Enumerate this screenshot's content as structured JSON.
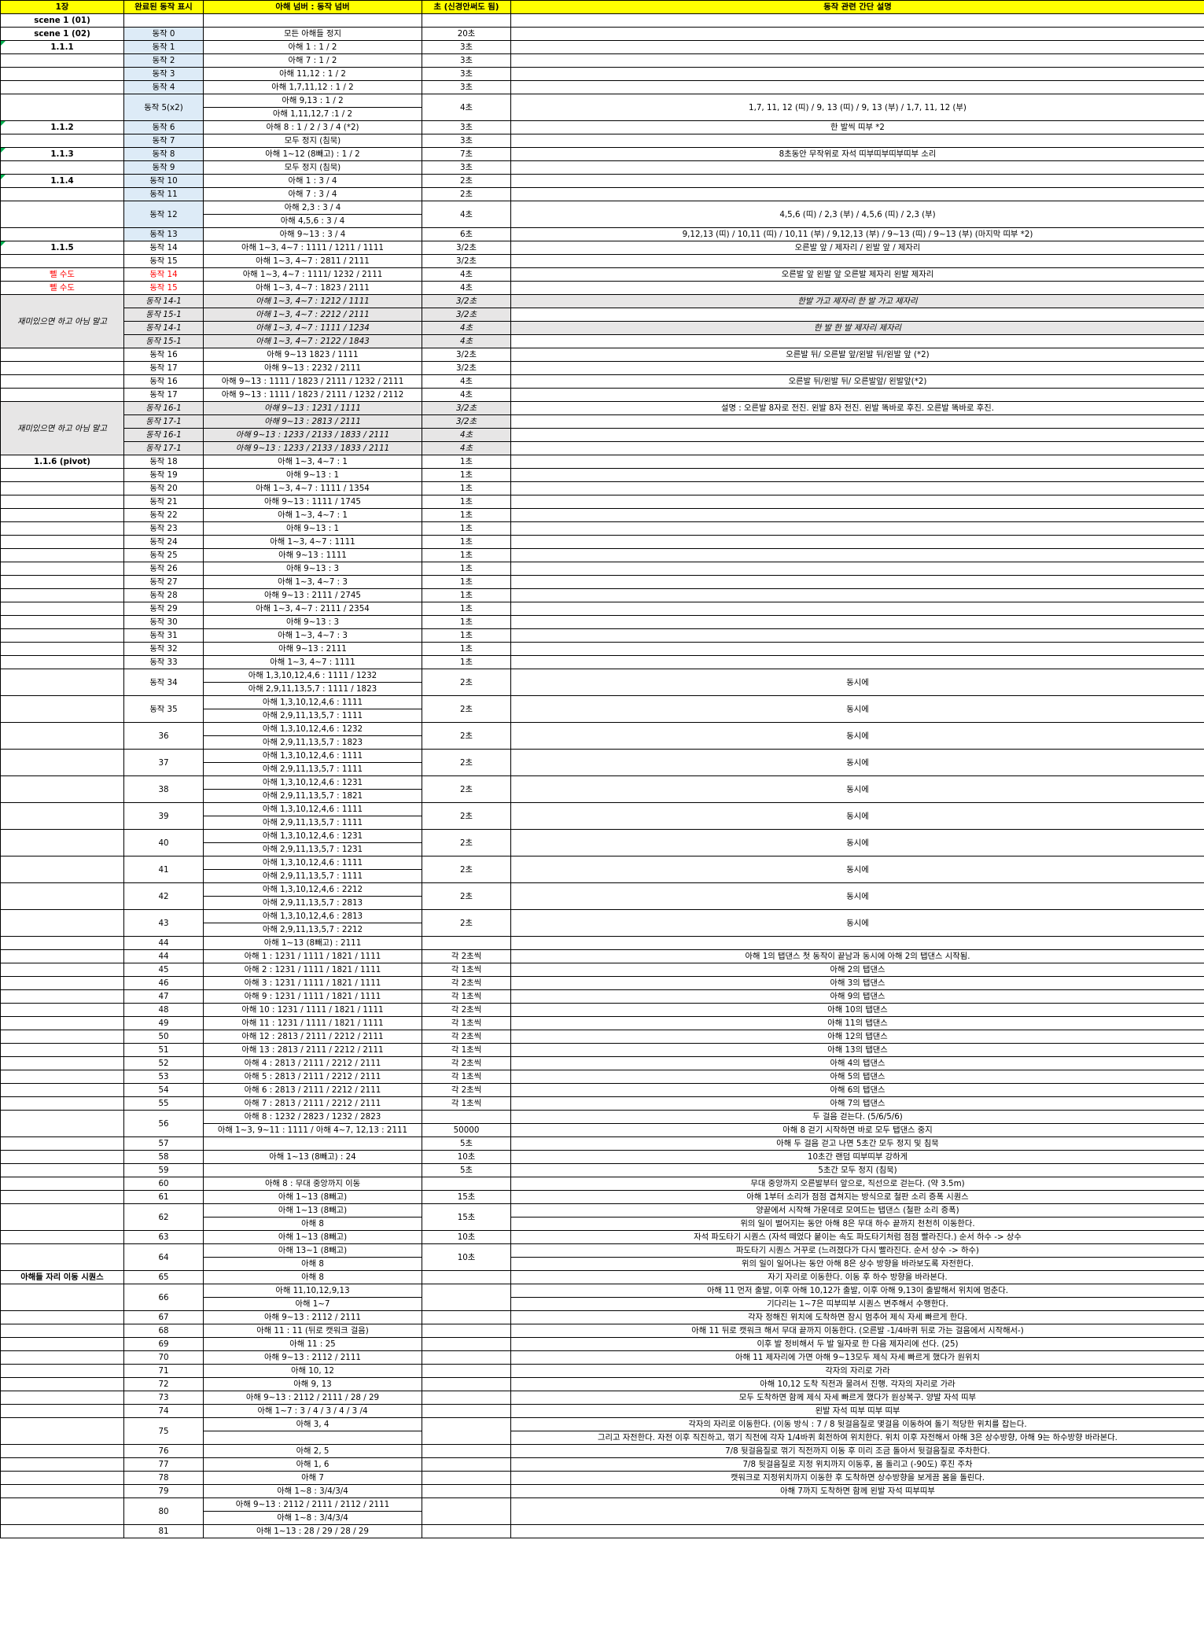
{
  "headers": [
    "1장",
    "완료된 동작 표시",
    "아해 넘버 : 동작 넘버",
    "초 (신경안써도 됨)",
    "동작 관련 간단 설명"
  ],
  "rows": [
    [
      {
        "t": "scene 1 (01)",
        "b": 1
      },
      "",
      [
        ""
      ],
      "",
      ""
    ],
    [
      {
        "t": "scene 1 (02)",
        "b": 1
      },
      {
        "t": "동작 0",
        "d": 1
      },
      [
        "모든 아해들 정지"
      ],
      "20초",
      ""
    ],
    [
      {
        "t": "1.1.1",
        "b": 1,
        "f": 1
      },
      {
        "t": "동작 1",
        "d": 1
      },
      [
        "아해 1 : 1 / 2"
      ],
      "3초",
      ""
    ],
    [
      "",
      {
        "t": "동작 2",
        "d": 1
      },
      [
        "아해 7 : 1 / 2"
      ],
      "3초",
      ""
    ],
    [
      "",
      {
        "t": "동작 3",
        "d": 1
      },
      [
        "아해 11,12 : 1 / 2"
      ],
      "3초",
      ""
    ],
    [
      "",
      {
        "t": "동작 4",
        "d": 1
      },
      [
        "아해 1,7,11,12 : 1 / 2"
      ],
      "3초",
      ""
    ],
    [
      "",
      {
        "t": "동작 5(x2)",
        "d": 1
      },
      [
        "아해 9,13 : 1 / 2",
        "아해 1,11,12,7 :1 / 2"
      ],
      "4초",
      "1,7, 11, 12 (띠) / 9, 13 (띠) / 9, 13 (부) / 1,7, 11, 12 (부)"
    ],
    [
      {
        "t": "1.1.2",
        "b": 1,
        "f": 1
      },
      {
        "t": "동작 6",
        "d": 1
      },
      [
        "아해 8 : 1 / 2 / 3 / 4 (*2)"
      ],
      "3초",
      "한 발씩 띠부 *2"
    ],
    [
      "",
      {
        "t": "동작 7",
        "d": 1
      },
      [
        "모두 정지 (침묵)"
      ],
      "3초",
      ""
    ],
    [
      {
        "t": "1.1.3",
        "b": 1,
        "f": 1
      },
      {
        "t": "동작 8",
        "d": 1
      },
      [
        "아해 1~12 (8빼고) : 1 / 2"
      ],
      "7초",
      "8초동안 무작위로 자석 띠부띠부띠부띠부 소리"
    ],
    [
      "",
      {
        "t": "동작 9",
        "d": 1
      },
      [
        "모두 정지 (침묵)"
      ],
      "3초",
      ""
    ],
    [
      {
        "t": "1.1.4",
        "b": 1,
        "f": 1
      },
      {
        "t": "동작 10",
        "d": 1
      },
      [
        "아해 1 : 3 / 4"
      ],
      "2초",
      ""
    ],
    [
      "",
      {
        "t": "동작 11",
        "d": 1
      },
      [
        "아해 7 : 3 / 4"
      ],
      "2초",
      ""
    ],
    [
      "",
      {
        "t": "동작 12",
        "d": 1
      },
      [
        "아해 2,3 : 3 / 4",
        "아해 4,5,6 : 3 / 4"
      ],
      "4초",
      "4,5,6 (띠) / 2,3 (부) / 4,5,6 (띠) / 2,3 (부)"
    ],
    [
      "",
      {
        "t": "동작 13",
        "d": 1
      },
      [
        "아해 9~13 : 3 / 4"
      ],
      "6초",
      "9,12,13 (띠) / 10,11 (띠) / 10,11 (부) / 9,12,13 (부) / 9~13 (띠) / 9~13 (부) (마지막 띠부 *2)"
    ],
    [
      {
        "t": "1.1.5",
        "b": 1,
        "f": 1
      },
      "동작 14",
      [
        "아해 1~3, 4~7 : 1111 / 1211 / 1111"
      ],
      "3/2초",
      "오른발 앞 / 제자리 / 왼발 앞 / 제자리"
    ],
    [
      "",
      "동작 15",
      [
        "아해 1~3, 4~7 : 2811 / 2111"
      ],
      "3/2초",
      ""
    ],
    [
      {
        "t": "뻴 수도",
        "r": 1
      },
      {
        "t": "동작 14",
        "r": 1
      },
      [
        "아해 1~3, 4~7 : 1111/ 1232 / 2111"
      ],
      "4초",
      "오른발 앞 왼발 앞 오른발 제자리 왼발 제자리"
    ],
    [
      {
        "t": "뻴 수도",
        "r": 1
      },
      {
        "t": "동작 15",
        "r": 1
      },
      [
        "아해 1~3, 4~7 : 1823 / 2111"
      ],
      "4초",
      ""
    ],
    [
      {
        "t": "재미있으면 하고 아님 말고",
        "g": 1,
        "span": 4
      },
      {
        "t": "동작 14-1",
        "g": 1
      },
      [
        {
          "t": "아해 1~3, 4~7 : 1212 / 1111",
          "g": 1
        }
      ],
      {
        "t": "3/2초",
        "g": 1
      },
      {
        "t": "한발 가고 제자리 한 발 가고 제자리",
        "g": 1
      }
    ],
    [
      null,
      {
        "t": "동작 15-1",
        "g": 1
      },
      [
        {
          "t": "아해 1~3, 4~7 : 2212 / 2111",
          "g": 1
        }
      ],
      {
        "t": "3/2초",
        "g": 1
      },
      ""
    ],
    [
      null,
      {
        "t": "동작 14-1",
        "g": 1
      },
      [
        {
          "t": "아해 1~3, 4~7 : 1111 / 1234",
          "g": 1
        }
      ],
      {
        "t": "4초",
        "g": 1
      },
      {
        "t": "한 발 한 발 제자리 제자리",
        "g": 1
      }
    ],
    [
      null,
      {
        "t": "동작 15-1",
        "g": 1
      },
      [
        {
          "t": "아해 1~3, 4~7 : 2122 / 1843",
          "g": 1
        }
      ],
      {
        "t": "4초",
        "g": 1
      },
      ""
    ],
    [
      "",
      "동작 16",
      [
        "아해 9~13 1823 / 1111"
      ],
      "3/2초",
      "오른발 뒤/ 오른발 앞/왼발 뒤/왼발 앞 (*2)"
    ],
    [
      "",
      "동작 17",
      [
        "아해 9~13 : 2232 / 2111"
      ],
      "3/2초",
      ""
    ],
    [
      "",
      "동작 16",
      [
        "아해 9~13 : 1111 / 1823 / 2111 / 1232 / 2111"
      ],
      "4초",
      "오른발 뒤/왼발 뒤/ 오른발앞/ 왼발앞(*2)"
    ],
    [
      "",
      "동작 17",
      [
        "아해 9~13 : 1111 / 1823 / 2111 / 1232 / 2112"
      ],
      "4초",
      ""
    ],
    [
      {
        "t": "재미있으면 하고 아님 말고",
        "g": 1,
        "span": 4
      },
      {
        "t": "동작 16-1",
        "g": 1
      },
      [
        {
          "t": "아해 9~13 : 1231 / 1111",
          "g": 1
        }
      ],
      {
        "t": "3/2초",
        "g": 1
      },
      "설명 : 오른발 8자로 전진. 왼발 8자 전진. 왼발 똑바로 후진. 오른발 똑바로 후진."
    ],
    [
      null,
      {
        "t": "동작 17-1",
        "g": 1
      },
      [
        {
          "t": "아해 9~13 : 2813 / 2111",
          "g": 1
        }
      ],
      {
        "t": "3/2초",
        "g": 1
      },
      ""
    ],
    [
      null,
      {
        "t": "동작 16-1",
        "g": 1
      },
      [
        {
          "t": "아해 9~13 : 1233 / 2133 / 1833 / 2111",
          "g": 1
        }
      ],
      {
        "t": "4초",
        "g": 1
      },
      ""
    ],
    [
      null,
      {
        "t": "동작 17-1",
        "g": 1
      },
      [
        {
          "t": "아해 9~13 : 1233 / 2133 / 1833 / 2111",
          "g": 1
        }
      ],
      {
        "t": "4초",
        "g": 1
      },
      ""
    ],
    [
      {
        "t": "1.1.6 (pivot)",
        "b": 1
      },
      "동작 18",
      [
        "아해 1~3, 4~7 : 1"
      ],
      "1초",
      ""
    ],
    [
      "",
      "동작 19",
      [
        "아해 9~13 : 1"
      ],
      "1초",
      ""
    ],
    [
      "",
      "동작 20",
      [
        "아해 1~3, 4~7 : 1111 / 1354"
      ],
      "1초",
      ""
    ],
    [
      "",
      "동작 21",
      [
        "아해 9~13 : 1111 / 1745"
      ],
      "1초",
      ""
    ],
    [
      "",
      "동작 22",
      [
        "아해 1~3, 4~7 : 1"
      ],
      "1초",
      ""
    ],
    [
      "",
      "동작 23",
      [
        "아해 9~13 : 1"
      ],
      "1초",
      ""
    ],
    [
      "",
      "동작 24",
      [
        "아해 1~3, 4~7 : 1111"
      ],
      "1초",
      ""
    ],
    [
      "",
      "동작 25",
      [
        "아해 9~13 : 1111"
      ],
      "1초",
      ""
    ],
    [
      "",
      "동작 26",
      [
        "아해 9~13 : 3"
      ],
      "1초",
      ""
    ],
    [
      "",
      "동작 27",
      [
        "아해 1~3, 4~7 : 3"
      ],
      "1초",
      ""
    ],
    [
      "",
      "동작 28",
      [
        "아해 9~13 : 2111 / 2745"
      ],
      "1초",
      ""
    ],
    [
      "",
      "동작 29",
      [
        "아해 1~3, 4~7 : 2111 / 2354"
      ],
      "1초",
      ""
    ],
    [
      "",
      "동작 30",
      [
        "아해 9~13 : 3"
      ],
      "1초",
      ""
    ],
    [
      "",
      "동작 31",
      [
        "아해 1~3, 4~7 : 3"
      ],
      "1초",
      ""
    ],
    [
      "",
      "동작 32",
      [
        "아해 9~13 : 2111"
      ],
      "1초",
      ""
    ],
    [
      "",
      "동작 33",
      [
        "아해 1~3, 4~7 : 1111"
      ],
      "1초",
      ""
    ],
    [
      "",
      "동작 34",
      [
        "아해 1,3,10,12,4,6 : 1111 / 1232",
        "아해 2,9,11,13,5,7 : 1111 / 1823"
      ],
      "2초",
      "동시에"
    ],
    [
      "",
      "동작 35",
      [
        "아해 1,3,10,12,4,6 : 1111",
        "아해 2,9,11,13,5,7 : 1111"
      ],
      "2초",
      "동시에"
    ],
    [
      "",
      "36",
      [
        "아해 1,3,10,12,4,6 : 1232",
        "아해 2,9,11,13,5,7 : 1823"
      ],
      "2초",
      "동시에"
    ],
    [
      "",
      "37",
      [
        "아해 1,3,10,12,4,6 : 1111",
        "아해 2,9,11,13,5,7 : 1111"
      ],
      "2초",
      "동시에"
    ],
    [
      "",
      "38",
      [
        "아해 1,3,10,12,4,6 : 1231",
        "아해 2,9,11,13,5,7 : 1821"
      ],
      "2초",
      "동시에"
    ],
    [
      "",
      "39",
      [
        "아해 1,3,10,12,4,6 : 1111",
        "아해 2,9,11,13,5,7 : 1111"
      ],
      "2초",
      "동시에"
    ],
    [
      "",
      "40",
      [
        "아해 1,3,10,12,4,6 : 1231",
        "아해 2,9,11,13,5,7 : 1231"
      ],
      "2초",
      "동시에"
    ],
    [
      "",
      "41",
      [
        "아해 1,3,10,12,4,6 : 1111",
        "아해 2,9,11,13,5,7 : 1111"
      ],
      "2초",
      "동시에"
    ],
    [
      "",
      "42",
      [
        "아해 1,3,10,12,4,6 : 2212",
        "아해 2,9,11,13,5,7 : 2813"
      ],
      "2초",
      "동시에"
    ],
    [
      "",
      "43",
      [
        "아해 1,3,10,12,4,6 : 2813",
        "아해 2,9,11,13,5,7 : 2212"
      ],
      "2초",
      "동시에"
    ],
    [
      "",
      "44",
      [
        "아해 1~13 (8빼고) : 2111"
      ],
      "",
      ""
    ],
    [
      "",
      "44",
      [
        "아해 1 : 1231 / 1111 / 1821 / 1111"
      ],
      "각 2초씩",
      "아해 1의 탭댄스 첫 동작이 끝남과 동시에 아해 2의 탭댄스 시작됨."
    ],
    [
      "",
      "45",
      [
        "아해 2 : 1231 / 1111 / 1821 / 1111"
      ],
      "각 1초씩",
      "아해 2의 탭댄스"
    ],
    [
      "",
      "46",
      [
        "아해 3 : 1231 / 1111 / 1821 / 1111"
      ],
      "각 2초씩",
      "아해 3의 탭댄스"
    ],
    [
      "",
      "47",
      [
        "아해 9 : 1231 / 1111 / 1821 / 1111"
      ],
      "각 1초씩",
      "아해 9의 탭댄스"
    ],
    [
      "",
      "48",
      [
        "아해 10 : 1231 / 1111 / 1821 / 1111"
      ],
      "각 2초씩",
      "아해 10의 탭댄스"
    ],
    [
      "",
      "49",
      [
        "아해 11 : 1231 / 1111 / 1821 / 1111"
      ],
      "각 1초씩",
      "아해 11의 탭댄스"
    ],
    [
      "",
      "50",
      [
        "아해 12 : 2813 / 2111 / 2212 / 2111"
      ],
      "각 2초씩",
      "아해 12의 탭댄스"
    ],
    [
      "",
      "51",
      [
        "아해 13 : 2813 / 2111 / 2212 / 2111"
      ],
      "각 1초씩",
      "아해 13의 탭댄스"
    ],
    [
      "",
      "52",
      [
        "아해 4 : 2813 / 2111 / 2212 / 2111"
      ],
      "각 2초씩",
      "아해 4의 탭댄스"
    ],
    [
      "",
      "53",
      [
        "아해 5 : 2813 / 2111 / 2212 / 2111"
      ],
      "각 1초씩",
      "아해 5의 탭댄스"
    ],
    [
      "",
      "54",
      [
        "아해 6 : 2813 / 2111 / 2212 / 2111"
      ],
      "각 2초씩",
      "아해 6의 탭댄스"
    ],
    [
      "",
      "55",
      [
        "아해 7 : 2813 / 2111 / 2212 / 2111"
      ],
      "각 1초씩",
      "아해 7의 탭댄스"
    ],
    [
      "",
      "56",
      [
        "아해 8 : 1232 / 2823 / 1232 / 2823",
        "아해 1~3, 9~11 : 1111 / 아해 4~7, 12,13 : 2111"
      ],
      [
        "",
        "50000"
      ],
      [
        "두 걸음 걷는다. (5/6/5/6)",
        "아해 8 걷기 시작하면 바로 모두 탭댄스 중지"
      ]
    ],
    [
      "",
      "57",
      [
        ""
      ],
      "5초",
      "아해 두 걸음 걷고 나면 5초간 모두 정지 및 침묵"
    ],
    [
      "",
      "58",
      [
        "아해 1~13 (8빼고) : 24"
      ],
      "10초",
      "10초간 랜덤 띠부띠부 강하게"
    ],
    [
      "",
      "59",
      [
        ""
      ],
      "5초",
      "5초간 모두 정지 (침묵)"
    ],
    [
      "",
      "60",
      [
        "아해 8 : 무대 중앙까지 이동"
      ],
      "",
      "무대 중앙까지 오른발부터 앞으로, 직선으로 걷는다. (약 3.5m)"
    ],
    [
      "",
      "61",
      [
        "아해 1~13 (8빼고)"
      ],
      "15초",
      "아해 1부터 소리가 점점 겹쳐지는 방식으로 철판 소리 증폭 시퀀스"
    ],
    [
      "",
      "62",
      [
        "아해 1~13 (8빼고)",
        "아해 8"
      ],
      "15초",
      [
        "양끝에서 시작해 가운데로 모여드는 탭댄스 (철판 소리 증폭)",
        "위의 일이 벌어지는 동안 아해 8은 무대 하수 끝까지 천천히 이동한다."
      ]
    ],
    [
      "",
      "63",
      [
        "아해 1~13 (8빼고)"
      ],
      "10초",
      "자석 파도타기 시퀀스 (자석 떼었다 붙이는 속도 파도타기처럼 점점 빨라진다.) 순서 하수 -> 상수"
    ],
    [
      "",
      "64",
      [
        "아해 13~1 (8빼고)",
        "아해 8"
      ],
      "10초",
      [
        "파도타기 시퀀스 거꾸로 (느려졌다가 다시 빨라진다. 순서 상수 -> 하수)",
        "위의 일이 일어나는 동안 아해 8은 상수 방향을 바라보도록 자전한다."
      ]
    ],
    [
      {
        "t": "아해들 자리 이동 시퀀스",
        "b": 1
      },
      "65",
      [
        "아해 8"
      ],
      "",
      "자기 자리로 이동한다. 이동 후 하수 방향을 바라본다."
    ],
    [
      "",
      "66",
      [
        "아해 11,10,12,9,13",
        "아해 1~7"
      ],
      "",
      [
        "아해 11 먼저 출발, 이후 아해 10,12가 출발, 이후 아해 9,13이 출발해서 위치에 멈춘다.",
        "기다리는 1~7은 띠부띠부 시퀀스 변주해서 수행한다."
      ]
    ],
    [
      "",
      "67",
      [
        "아해 9~13 : 2112 / 2111"
      ],
      "",
      "각자 정해진 위치에 도착하면 잠시 멈추어 제식 자세 빠르게 한다."
    ],
    [
      "",
      "68",
      [
        "아해 11 : 11 (뒤로 캣워크 걸음)"
      ],
      "",
      "아해 11 뒤로 캣워크 해서 무대 끝까지 이동한다. (오른발 -1/4바퀴 뒤로 가는 걸음에서 시작해서-)"
    ],
    [
      "",
      "69",
      [
        "아해 11 : 25"
      ],
      "",
      "이후 발 정비해서 두 발 일자로 한 다음 제자리에 선다. (25)"
    ],
    [
      "",
      "70",
      [
        "아해 9~13 : 2112 / 2111"
      ],
      "",
      "아해 11 제자리에 가면 아해 9~13모두 제식 자세 빠르게 했다가 원위치"
    ],
    [
      "",
      "71",
      [
        "아해 10, 12"
      ],
      "",
      "각자의 자리로 가라"
    ],
    [
      "",
      "72",
      [
        "아해 9, 13"
      ],
      "",
      "아해 10,12 도착 직전과 물려서 진행. 각자의 자리로 가라"
    ],
    [
      "",
      "73",
      [
        "아해 9~13 : 2112 / 2111 / 28 / 29"
      ],
      "",
      "모두 도착하면 함께 제식 자세 빠르게 했다가 원상복구. 양발 자석 띠부"
    ],
    [
      "",
      "74",
      [
        "아해 1~7 : 3 / 4 / 3 / 4 / 3 /4"
      ],
      "",
      "왼발 자석 띠부 띠부 띠부"
    ],
    [
      "",
      "75",
      [
        "아해 3, 4",
        ""
      ],
      "",
      [
        "각자의 자리로 이동한다. (이동 방식 : 7 / 8 뒷걸음질로 몇걸음 이동하여 돌기 적당한 위치를 잡는다.",
        "그리고 자전한다. 자전 이후 직진하고, 꺾기 직전에 각자 1/4바퀴 회전하여 위치한다. 위치 이후 자전해서 아해 3은 상수방향, 아해 9는 하수방향 바라본다."
      ]
    ],
    [
      "",
      "76",
      [
        "아해 2, 5"
      ],
      "",
      "7/8 뒷걸음질로 꺾기 직전까지 이동 후 미리 조금 돌아서 뒷걸음질로 주차한다."
    ],
    [
      "",
      "77",
      [
        "아해 1, 6"
      ],
      "",
      "7/8 뒷걸음질로 지정 위치까지 이동후, 몸 돌리고 (-90도) 후진 주차"
    ],
    [
      "",
      "78",
      [
        "아해 7"
      ],
      "",
      "캣워크로 지정위치까지 이동한 후 도착하면 상수방향을 보게끔 몸을 돌린다."
    ],
    [
      "",
      "79",
      [
        "아해 1~8 : 3/4/3/4"
      ],
      "",
      "아해 7까지 도착하면 함께 왼발 자석 띠부띠부"
    ],
    [
      "",
      "80",
      [
        "아해 9~13 : 2112 / 2111 / 2112 / 2111",
        "아해 1~8 : 3/4/3/4"
      ],
      "",
      ""
    ],
    [
      "",
      "81",
      [
        "아해 1~13 : 28 / 29 / 28 / 29"
      ],
      "",
      ""
    ]
  ]
}
